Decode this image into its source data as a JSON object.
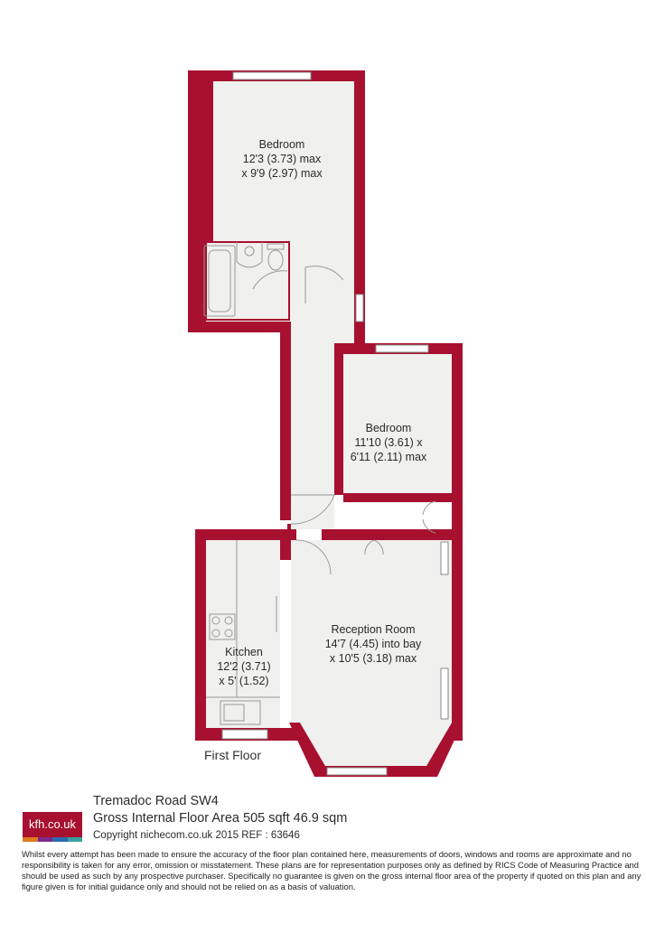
{
  "rooms": [
    {
      "name": "Bedroom",
      "line1": "12'3 (3.73) max",
      "line2": "x 9'9 (2.97) max"
    },
    {
      "name": "Bedroom",
      "line1": "11'10 (3.61) x",
      "line2": "6'11 (2.11) max"
    },
    {
      "name": "Reception Room",
      "line1": "14'7 (4.45) into bay",
      "line2": "x 10'5 (3.18) max"
    },
    {
      "name": "Kitchen",
      "line1": "12'2 (3.71)",
      "line2": "x 5' (1.52)"
    }
  ],
  "floor_label": "First Floor",
  "address": "Tremadoc Road  SW4",
  "area": "Gross Internal Floor Area 505 sqft 46.9 sqm",
  "copyright": "Copyright nichecom.co.uk 2015 REF : 63646",
  "logo_text": "kfh.co.uk",
  "disclaimer": "Whilst every attempt has been made to ensure the accuracy of the floor plan contained here, measurements of doors, windows and rooms are approximate and no responsibility is taken for any error, omission or misstatement.  These plans are for representation purposes only as defined by RICS Code of Measuring Practice and should be used as such by any prospective purchaser.  Specifically no guarantee is given on the gross internal floor area of the property if quoted on this plan and any figure given is for initial guidance only and should not be relied on as a basis of valuation.",
  "colors": {
    "wall": "#a8102f",
    "floor": "#f0f0ee",
    "logo_bar": [
      "#e07a1f",
      "#7b2a8a",
      "#2b6bb0",
      "#3aa2a0"
    ]
  }
}
